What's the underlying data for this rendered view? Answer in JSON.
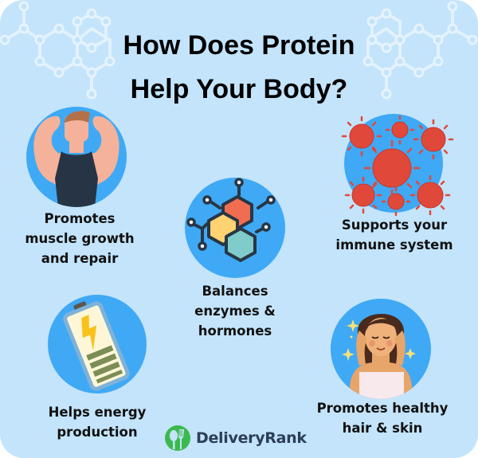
{
  "title": {
    "line1": "How Does Protein",
    "line2": "Help Your Body?"
  },
  "benefits": [
    {
      "label_lines": [
        "Promotes",
        "muscle growth",
        "and repair"
      ],
      "icon": "flexing-man-icon"
    },
    {
      "label_lines": [
        "Balances",
        "enzymes &",
        "hormones"
      ],
      "icon": "molecule-hexagons-icon"
    },
    {
      "label_lines": [
        "Supports your",
        "immune system"
      ],
      "icon": "virus-cells-icon"
    },
    {
      "label_lines": [
        "Helps energy",
        "production"
      ],
      "icon": "battery-charging-icon"
    },
    {
      "label_lines": [
        "Promotes healthy",
        "hair & skin"
      ],
      "icon": "woman-glowing-skin-icon"
    }
  ],
  "brand": {
    "name": "DeliveryRank",
    "icon": "fork-knife-leaf-icon"
  },
  "colors": {
    "background": "#c3e4fb",
    "circle": "#3fa9f5",
    "brand_green": "#3cb94e",
    "brand_text": "#2d3e57"
  }
}
